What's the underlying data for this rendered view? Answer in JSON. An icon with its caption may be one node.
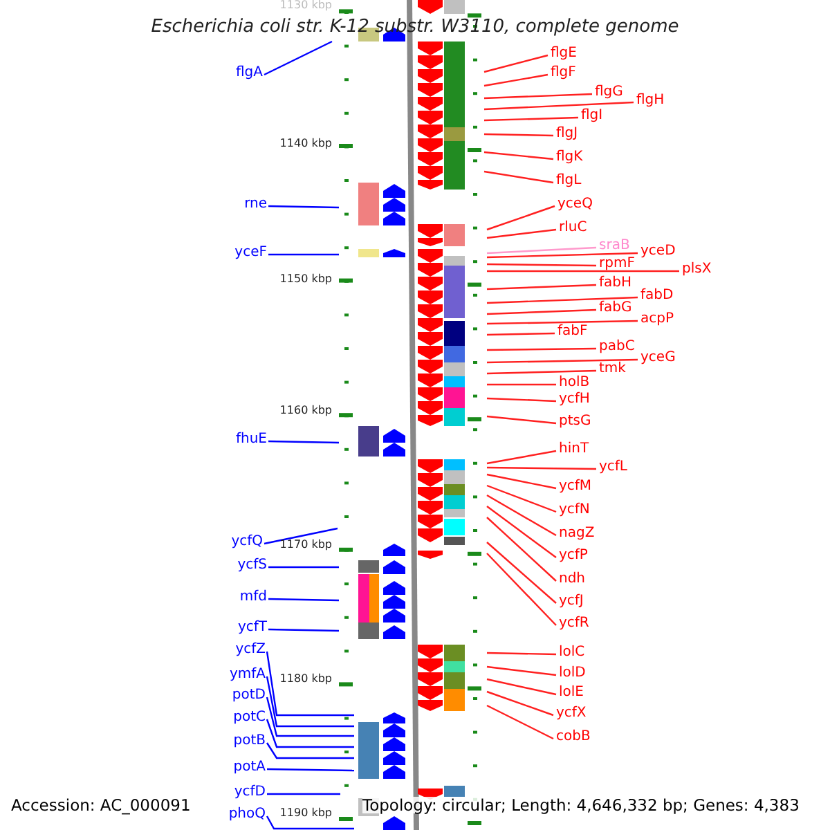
{
  "diagram": {
    "title": "Escherichia coli str. K-12 substr. W3110, complete genome",
    "nodes": [
      {
        "text": [
          "flgA"
        ]
      },
      {
        "text": [
          "rne"
        ]
      },
      {
        "text": [
          "yceF"
        ]
      },
      {
        "text": [
          "fhuE"
        ]
      },
      {
        "text": [
          "ycfQ"
        ]
      },
      {
        "text": [
          "ycfS"
        ]
      },
      {
        "text": [
          "mfd"
        ]
      },
      {
        "text": [
          "ycfT"
        ]
      },
      {
        "text": [
          "ycfZ"
        ]
      },
      {
        "text": [
          "ymfA"
        ]
      },
      {
        "text": [
          "potD"
        ]
      },
      {
        "text": [
          "potC"
        ]
      },
      {
        "text": [
          "potB"
        ]
      },
      {
        "text": [
          "potA"
        ]
      },
      {
        "text": [
          "ycfD"
        ]
      },
      {
        "text": [
          "phoQ"
        ]
      },
      {
        "text": [
          "flgE"
        ]
      },
      {
        "text": [
          "flgF"
        ]
      },
      {
        "text": [
          "flgG"
        ]
      },
      {
        "text": [
          "flgH"
        ]
      },
      {
        "text": [
          "flgI"
        ]
      },
      {
        "text": [
          "flgJ"
        ]
      },
      {
        "text": [
          "flgK"
        ]
      },
      {
        "text": [
          "flgL"
        ]
      },
      {
        "text": [
          "yceQ"
        ]
      },
      {
        "text": [
          "rluC"
        ]
      },
      {
        "text": [
          "sraB"
        ]
      },
      {
        "text": [
          "yceD"
        ]
      },
      {
        "text": [
          "rpmF"
        ]
      },
      {
        "text": [
          "plsX"
        ]
      },
      {
        "text": [
          "fabH"
        ]
      },
      {
        "text": [
          "fabD"
        ]
      },
      {
        "text": [
          "fabG"
        ]
      },
      {
        "text": [
          "acpP"
        ]
      },
      {
        "text": [
          "fabF"
        ]
      },
      {
        "text": [
          "pabC"
        ]
      },
      {
        "text": [
          "yceG"
        ]
      },
      {
        "text": [
          "tmk"
        ]
      },
      {
        "text": [
          "holB"
        ]
      },
      {
        "text": [
          "ycfH"
        ]
      },
      {
        "text": [
          "ptsG"
        ]
      },
      {
        "text": [
          "hinT"
        ]
      },
      {
        "text": [
          "ycfL"
        ]
      },
      {
        "text": [
          "ycfM"
        ]
      },
      {
        "text": [
          "ycfN"
        ]
      },
      {
        "text": [
          "nagZ"
        ]
      },
      {
        "text": [
          "ycfP"
        ]
      },
      {
        "text": [
          "ndh"
        ]
      },
      {
        "text": [
          "ycfJ"
        ]
      },
      {
        "text": [
          "ycfR"
        ]
      },
      {
        "text": [
          "lolC"
        ]
      },
      {
        "text": [
          "lolD"
        ]
      },
      {
        "text": [
          "lolE"
        ]
      },
      {
        "text": [
          "ycfX"
        ]
      },
      {
        "text": [
          "cobB"
        ]
      }
    ],
    "edges": [
      {
        "from": 0,
        "to": null,
        "arrow": "none",
        "color": "#0000ff"
      },
      {
        "from": 1,
        "to": null,
        "arrow": "none",
        "color": "#0000ff"
      },
      {
        "from": 2,
        "to": null,
        "arrow": "none",
        "color": "#0000ff"
      },
      {
        "from": 3,
        "to": null,
        "arrow": "none",
        "color": "#0000ff"
      },
      {
        "from": 4,
        "to": null,
        "arrow": "none",
        "color": "#0000ff"
      },
      {
        "from": 5,
        "to": null,
        "arrow": "none",
        "color": "#0000ff"
      },
      {
        "from": 6,
        "to": null,
        "arrow": "none",
        "color": "#0000ff"
      },
      {
        "from": 7,
        "to": null,
        "arrow": "none",
        "color": "#0000ff"
      },
      {
        "from": 8,
        "to": null,
        "arrow": "none",
        "color": "#0000ff"
      },
      {
        "from": 9,
        "to": null,
        "arrow": "none",
        "color": "#0000ff"
      },
      {
        "from": 10,
        "to": null,
        "arrow": "none",
        "color": "#0000ff"
      },
      {
        "from": 11,
        "to": null,
        "arrow": "none",
        "color": "#0000ff"
      },
      {
        "from": 12,
        "to": null,
        "arrow": "none",
        "color": "#0000ff"
      },
      {
        "from": 13,
        "to": null,
        "arrow": "none",
        "color": "#0000ff"
      },
      {
        "from": 14,
        "to": null,
        "arrow": "none",
        "color": "#0000ff"
      },
      {
        "from": 15,
        "to": null,
        "arrow": "none",
        "color": "#0000ff"
      },
      {
        "from": 16,
        "to": null,
        "arrow": "none"
      },
      {
        "from": 17,
        "to": null,
        "arrow": "none"
      },
      {
        "from": 18,
        "to": null,
        "arrow": "none"
      },
      {
        "from": 19,
        "to": null,
        "arrow": "none"
      },
      {
        "from": 20,
        "to": null,
        "arrow": "none"
      },
      {
        "from": 21,
        "to": null,
        "arrow": "none"
      },
      {
        "from": 22,
        "to": null,
        "arrow": "none"
      },
      {
        "from": 23,
        "to": null,
        "arrow": "none"
      },
      {
        "from": 24,
        "to": null,
        "arrow": "none"
      },
      {
        "from": 25,
        "to": null,
        "arrow": "none"
      },
      {
        "from": 26,
        "to": null,
        "arrow": "none",
        "color": "#ff99cc"
      },
      {
        "from": 27,
        "to": null,
        "arrow": "none"
      },
      {
        "from": 28,
        "to": null,
        "arrow": "none"
      },
      {
        "from": 29,
        "to": null,
        "arrow": "none"
      },
      {
        "from": 30,
        "to": null,
        "arrow": "none"
      },
      {
        "from": 31,
        "to": null,
        "arrow": "none"
      },
      {
        "from": 32,
        "to": null,
        "arrow": "none"
      },
      {
        "from": 33,
        "to": null,
        "arrow": "none"
      },
      {
        "from": 34,
        "to": null,
        "arrow": "none"
      },
      {
        "from": 35,
        "to": null,
        "arrow": "none"
      },
      {
        "from": 36,
        "to": null,
        "arrow": "none"
      },
      {
        "from": 37,
        "to": null,
        "arrow": "none"
      },
      {
        "from": 38,
        "to": null,
        "arrow": "none"
      },
      {
        "from": 39,
        "to": null,
        "arrow": "none"
      },
      {
        "from": 40,
        "to": null,
        "arrow": "none"
      },
      {
        "from": 41,
        "to": null,
        "arrow": "none"
      },
      {
        "from": 42,
        "to": null,
        "arrow": "none"
      },
      {
        "from": 43,
        "to": null,
        "arrow": "none"
      },
      {
        "from": 44,
        "to": null,
        "arrow": "none"
      },
      {
        "from": 45,
        "to": null,
        "arrow": "none"
      },
      {
        "from": 46,
        "to": null,
        "arrow": "none"
      },
      {
        "from": 47,
        "to": null,
        "arrow": "none"
      },
      {
        "from": 48,
        "to": null,
        "arrow": "none"
      },
      {
        "from": 49,
        "to": null,
        "arrow": "none"
      },
      {
        "from": 50,
        "to": null,
        "arrow": "none"
      },
      {
        "from": 51,
        "to": null,
        "arrow": "none"
      },
      {
        "from": 52,
        "to": null,
        "arrow": "none"
      },
      {
        "from": 53,
        "to": null,
        "arrow": "none"
      },
      {
        "from": 54,
        "to": null,
        "arrow": "none"
      }
    ],
    "labels": [
      "1130 kbp",
      "1140 kbp",
      "1150 kbp",
      "1160 kbp",
      "1170 kbp",
      "1180 kbp",
      "1190 kbp",
      "Accession: AC_000091",
      "Topology: circular; Length: 4,646,332 bp; Genes: 4,383"
    ]
  }
}
